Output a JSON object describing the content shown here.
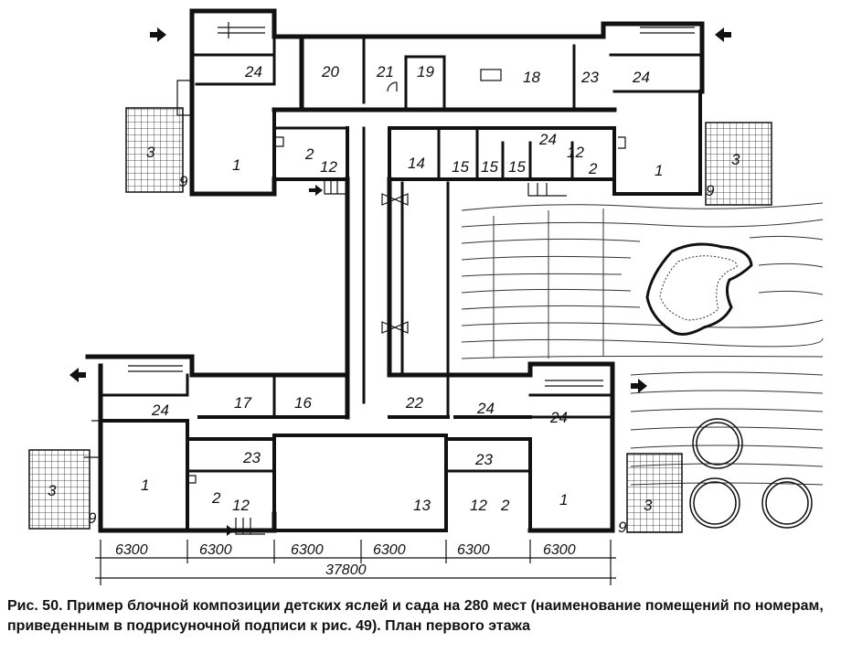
{
  "caption": {
    "label": "Рис. 50.",
    "text": "Пример блочной композиции детских яслей и сада на 280 мест (наименование помещений по номерам, приведенным в подрисуночной подписи к рис. 49). План первого этажа"
  },
  "dimensions": {
    "segments": [
      "6300",
      "6300",
      "6300",
      "6300",
      "6300",
      "6300"
    ],
    "total": "37800"
  },
  "rooms": {
    "1": "1",
    "2": "2",
    "3": "3",
    "9": "9",
    "12": "12",
    "13": "13",
    "14": "14",
    "15": "15",
    "16": "16",
    "17": "17",
    "18": "18",
    "19": "19",
    "20": "20",
    "21": "21",
    "22": "22",
    "23": "23",
    "24": "24"
  },
  "colors": {
    "ink": "#111111",
    "paper": "#ffffff"
  }
}
